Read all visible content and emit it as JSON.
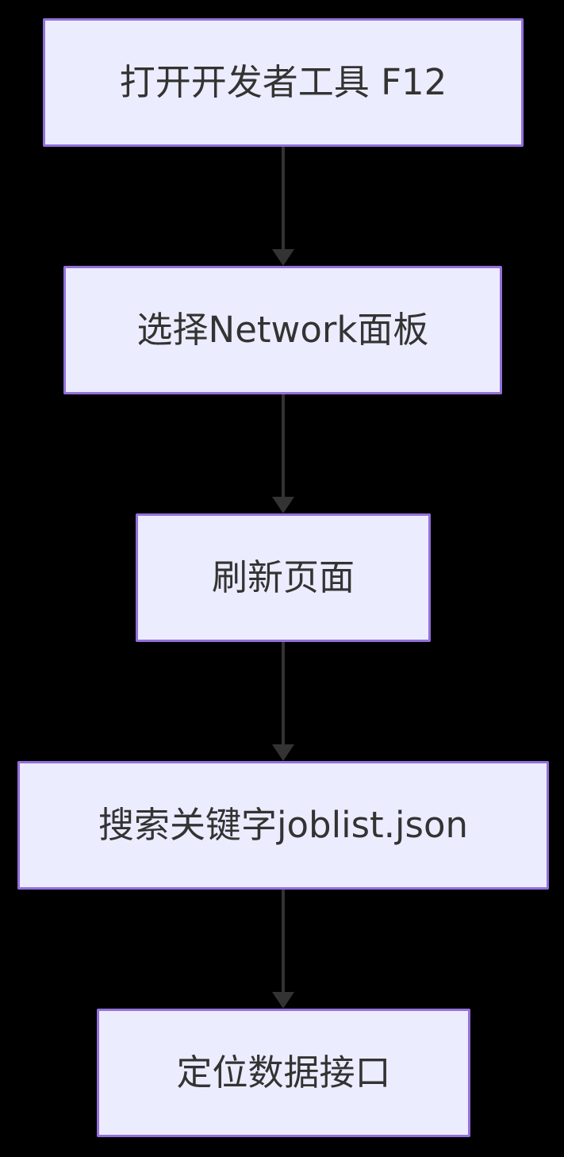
{
  "diagram": {
    "type": "flowchart",
    "direction": "top-down",
    "nodes": [
      {
        "id": "n1",
        "label": "打开开发者工具 F12"
      },
      {
        "id": "n2",
        "label": "选择Network面板"
      },
      {
        "id": "n3",
        "label": "刷新页面"
      },
      {
        "id": "n4",
        "label": "搜索关键字joblist.json"
      },
      {
        "id": "n5",
        "label": "定位数据接口"
      }
    ],
    "edges": [
      {
        "from": "n1",
        "to": "n2"
      },
      {
        "from": "n2",
        "to": "n3"
      },
      {
        "from": "n3",
        "to": "n4"
      },
      {
        "from": "n4",
        "to": "n5"
      }
    ]
  },
  "colors": {
    "background": "#000000",
    "node_fill": "#ECECFF",
    "node_border": "#9370DB",
    "node_text": "#333333",
    "arrow": "#333333"
  }
}
